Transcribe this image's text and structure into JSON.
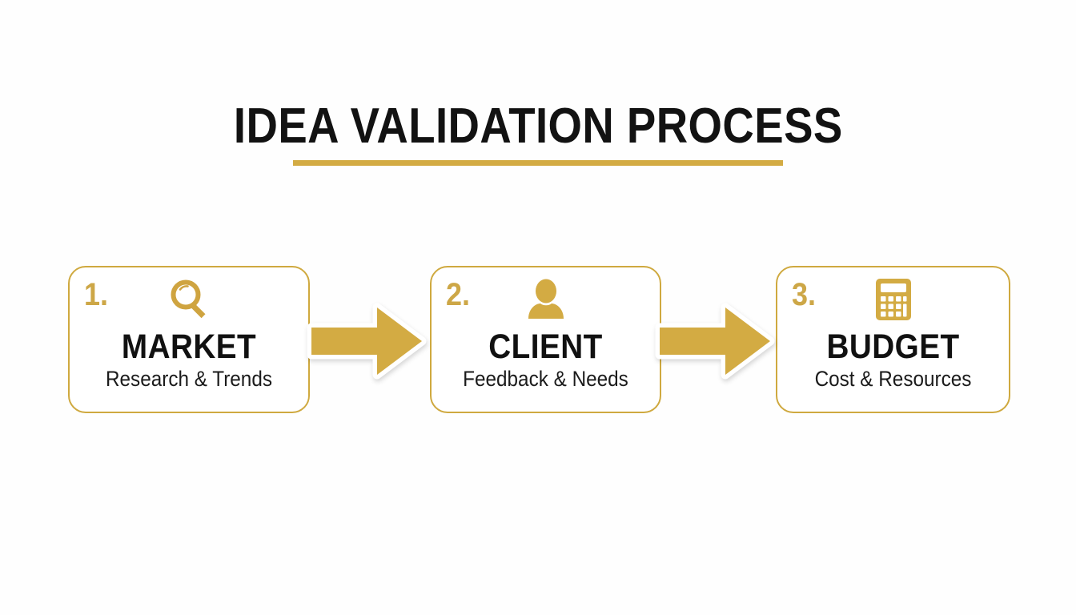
{
  "slide": {
    "background_color": "#fefefe",
    "accent_color": "#d3ab43",
    "border_color": "#cfa93f",
    "number_color": "#cda747",
    "text_color": "#111111"
  },
  "header": {
    "title": "IDEA VALIDATION PROCESS",
    "underline_color": "#d3ab43"
  },
  "steps": [
    {
      "number": "1.",
      "icon": "magnifier-icon",
      "title": "MARKET",
      "subtitle": "Research & Trends"
    },
    {
      "number": "2.",
      "icon": "person-icon",
      "title": "CLIENT",
      "subtitle": "Feedback & Needs"
    },
    {
      "number": "3.",
      "icon": "calculator-icon",
      "title": "BUDGET",
      "subtitle": "Cost & Resources"
    }
  ],
  "connectors": [
    {
      "icon": "arrow-right-icon",
      "from": "MARKET",
      "to": "CLIENT"
    },
    {
      "icon": "arrow-right-icon",
      "from": "CLIENT",
      "to": "BUDGET"
    }
  ]
}
